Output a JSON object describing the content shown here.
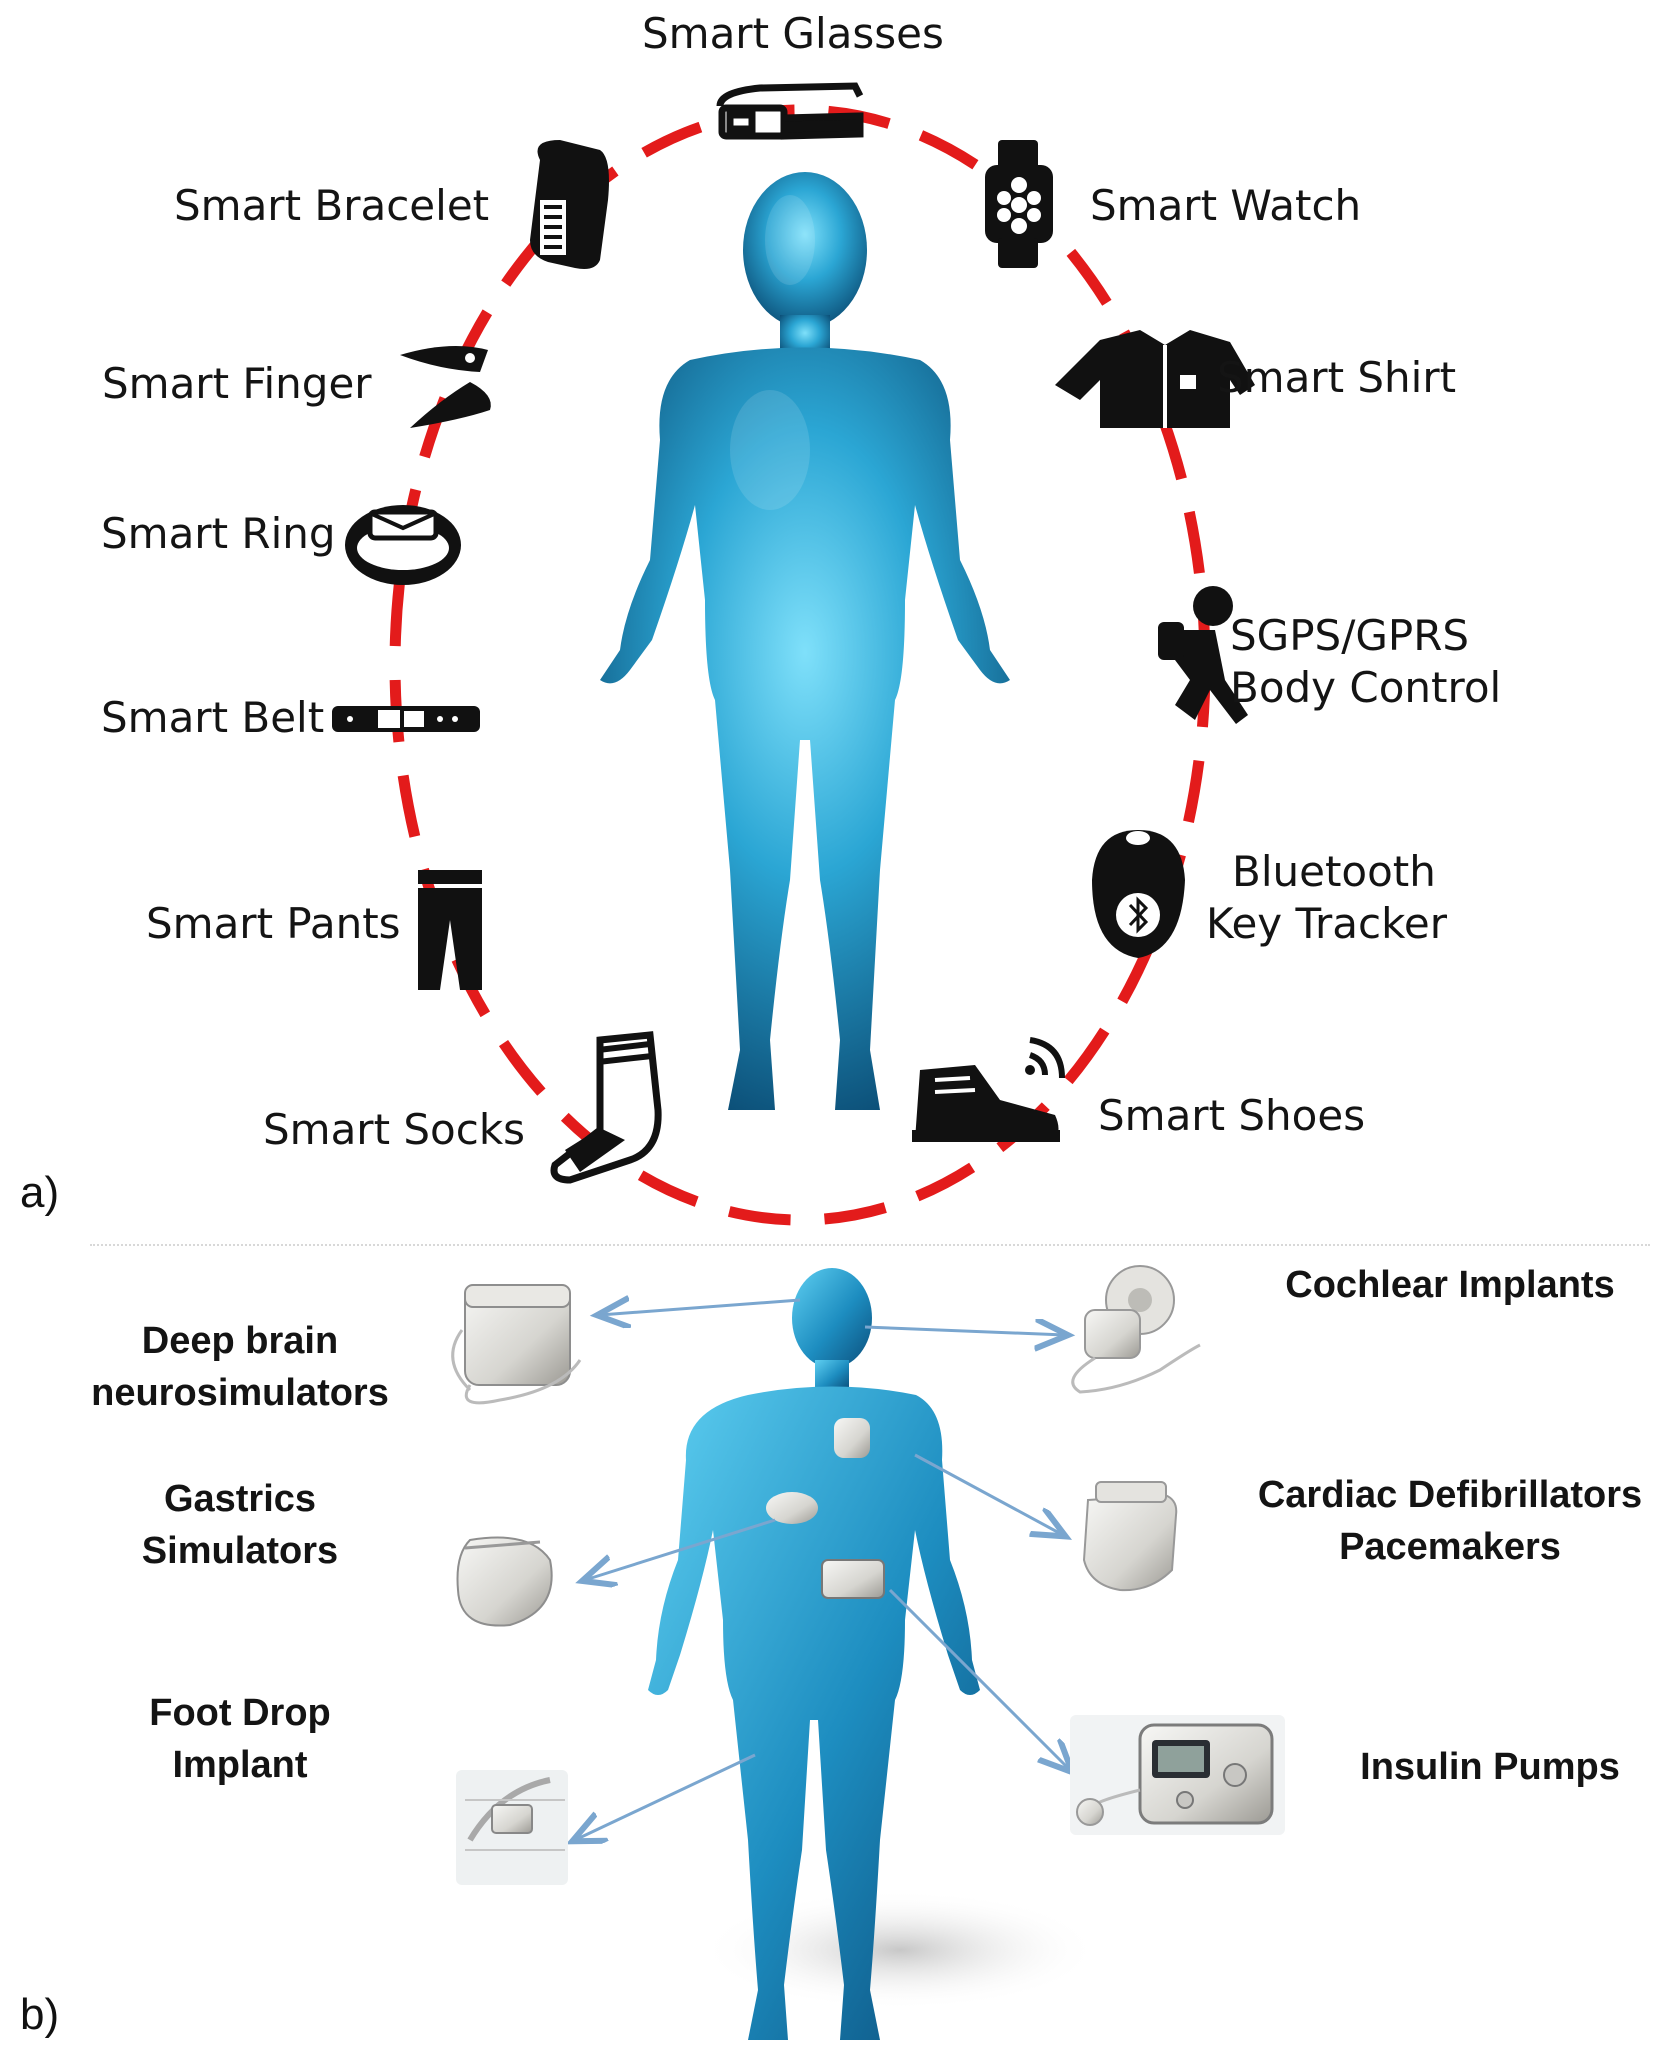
{
  "panel_a": {
    "tag": "a)",
    "items": [
      {
        "id": "glasses",
        "label": "Smart Glasses",
        "icon": "smart-glasses-icon"
      },
      {
        "id": "bracelet",
        "label": "Smart Bracelet",
        "icon": "smart-bracelet-icon"
      },
      {
        "id": "watch",
        "label": "Smart Watch",
        "icon": "smart-watch-icon"
      },
      {
        "id": "finger",
        "label": "Smart Finger",
        "icon": "smart-finger-icon"
      },
      {
        "id": "shirt",
        "label": "Smart Shirt",
        "icon": "smart-shirt-icon"
      },
      {
        "id": "ring",
        "label": "Smart Ring",
        "icon": "smart-ring-icon"
      },
      {
        "id": "gps",
        "label_line1": "SGPS/GPRS",
        "label_line2": "Body Control",
        "icon": "gps-body-control-icon"
      },
      {
        "id": "belt",
        "label": "Smart Belt",
        "icon": "smart-belt-icon"
      },
      {
        "id": "bluetooth",
        "label_line1": "Bluetooth",
        "label_line2": "Key Tracker",
        "icon": "bluetooth-key-tracker-icon"
      },
      {
        "id": "pants",
        "label": "Smart Pants",
        "icon": "smart-pants-icon"
      },
      {
        "id": "socks",
        "label": "Smart Socks",
        "icon": "smart-socks-icon"
      },
      {
        "id": "shoes",
        "label": "Smart Shoes",
        "icon": "smart-shoes-icon"
      }
    ]
  },
  "panel_b": {
    "tag": "b)",
    "items": [
      {
        "id": "deep-brain",
        "label_line1": "Deep brain",
        "label_line2": "neurosimulators",
        "icon": "deep-brain-stimulator-icon"
      },
      {
        "id": "cochlear",
        "label": "Cochlear Implants",
        "icon": "cochlear-implant-icon"
      },
      {
        "id": "gastric",
        "label_line1": "Gastrics",
        "label_line2": "Simulators",
        "icon": "gastric-stimulator-icon"
      },
      {
        "id": "cardiac",
        "label_line1": "Cardiac Defibrillators",
        "label_line2": "Pacemakers",
        "icon": "pacemaker-icon"
      },
      {
        "id": "foot-drop",
        "label_line1": "Foot Drop",
        "label_line2": "Implant",
        "icon": "foot-drop-implant-icon"
      },
      {
        "id": "insulin",
        "label": "Insulin Pumps",
        "icon": "insulin-pump-icon"
      }
    ]
  },
  "colors": {
    "ring_dash": "#e31b1b",
    "body_main": "#1e8fc0",
    "body_dark": "#0b4f78",
    "body_light": "#6fd3f2",
    "icon": "#111111",
    "arrow": "#7aa6cf",
    "device_metal": "#d9d9d6"
  }
}
